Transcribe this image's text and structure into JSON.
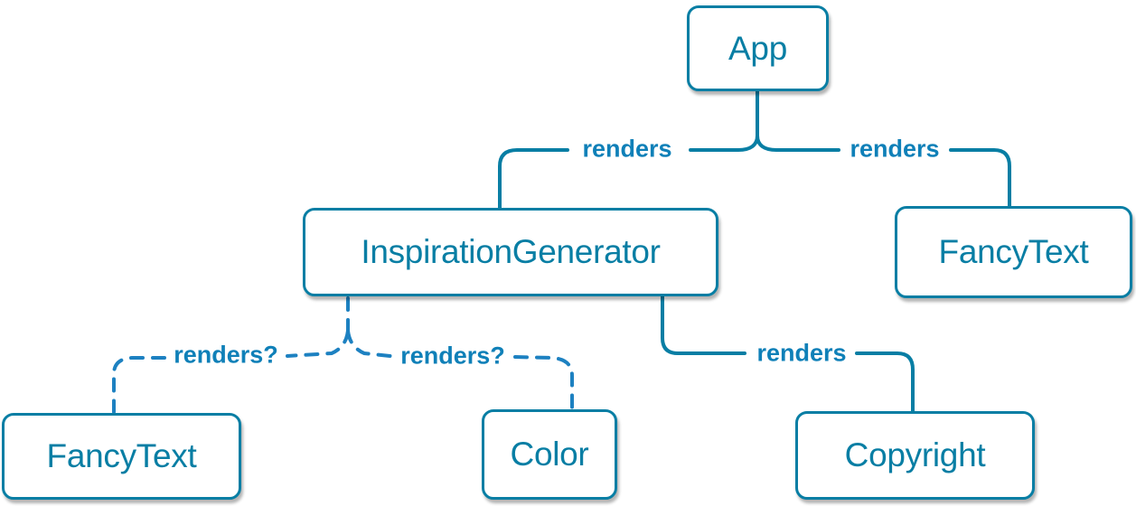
{
  "nodes": {
    "app": {
      "label": "App"
    },
    "inspirationGenerator": {
      "label": "InspirationGenerator"
    },
    "fancyTextTop": {
      "label": "FancyText"
    },
    "fancyTextBottom": {
      "label": "FancyText"
    },
    "color": {
      "label": "Color"
    },
    "copyright": {
      "label": "Copyright"
    }
  },
  "edges": {
    "appToInspirationGenerator": {
      "from": "App",
      "to": "InspirationGenerator",
      "label": "renders",
      "style": "solid"
    },
    "appToFancyText": {
      "from": "App",
      "to": "FancyText",
      "label": "renders",
      "style": "solid"
    },
    "inspirationGeneratorToFancyText": {
      "from": "InspirationGenerator",
      "to": "FancyText",
      "label": "renders?",
      "style": "dashed"
    },
    "inspirationGeneratorToColor": {
      "from": "InspirationGenerator",
      "to": "Color",
      "label": "renders?",
      "style": "dashed"
    },
    "inspirationGeneratorToCopyright": {
      "from": "InspirationGenerator",
      "to": "Copyright",
      "label": "renders",
      "style": "solid"
    }
  },
  "colors": {
    "accent": "#087ea4",
    "node-text": "#087ea4",
    "solid-edge": "#087ea4",
    "dashed-edge": "#1d81c1",
    "edge-label": "#0f80b8",
    "node-background": "#ffffff"
  }
}
